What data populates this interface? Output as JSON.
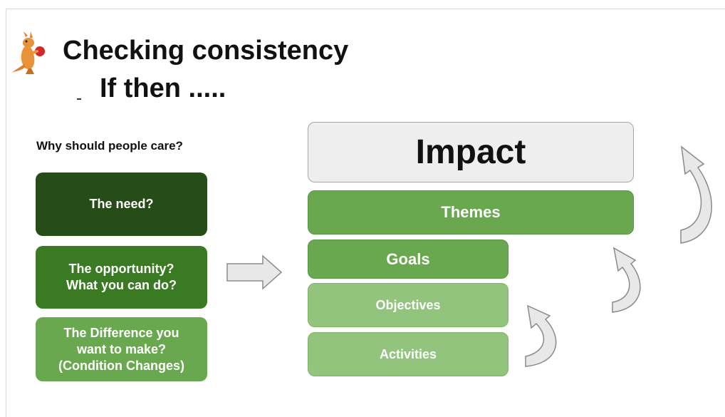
{
  "title": "Checking consistency",
  "subtitle": "If then .....",
  "question": "Why should people care?",
  "left_boxes": {
    "need": "The need?",
    "opportunity": [
      "The opportunity?",
      "What you can do?"
    ],
    "difference": [
      "The Difference you",
      "want to make?",
      "(Condition Changes)"
    ]
  },
  "stack": {
    "impact": "Impact",
    "themes": "Themes",
    "goals": "Goals",
    "objectives": "Objectives",
    "activities": "Activities"
  },
  "colors": {
    "dark_green": "#264d17",
    "mid_green": "#3a7a22",
    "green": "#6aa84f",
    "light_green": "#93c47d",
    "impact_fill": "#eeeeee"
  }
}
